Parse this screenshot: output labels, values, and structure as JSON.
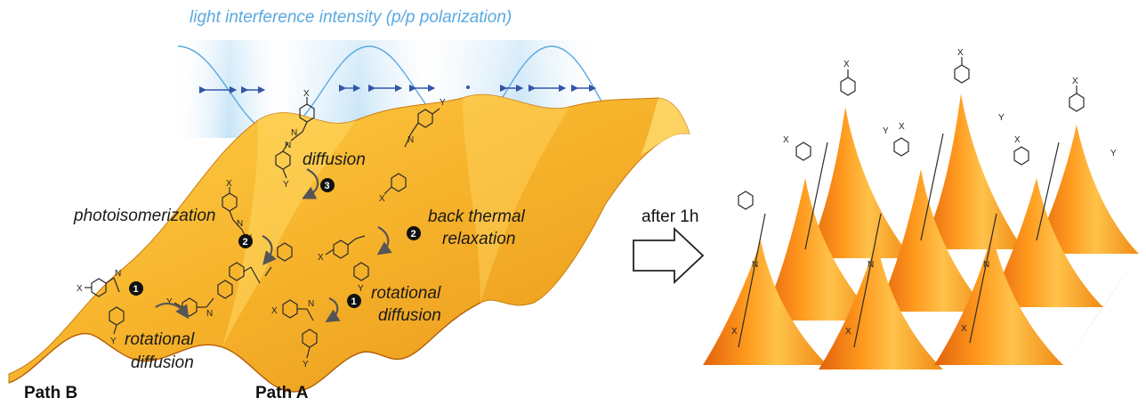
{
  "title": "light interference intensity (p/p polarization)",
  "labels": {
    "photoisomerization": "photoisomerization",
    "diffusion": "diffusion",
    "back_thermal_1": "back thermal",
    "back_thermal_2": "relaxation",
    "rotational_right_1": "rotational",
    "rotational_right_2": "diffusion",
    "rotational_left_1": "rotational",
    "rotational_left_2": "diffusion",
    "path_b": "Path B",
    "path_a": "Path A",
    "after": "after 1h"
  },
  "step_markers": [
    {
      "id": "step-3",
      "num": "3"
    },
    {
      "id": "step-2-left",
      "num": "2"
    },
    {
      "id": "step-2-right",
      "num": "2"
    },
    {
      "id": "step-1-left",
      "num": "1"
    },
    {
      "id": "step-1-right",
      "num": "1"
    }
  ],
  "atoms": {
    "x": "X",
    "y": "Y",
    "n": "N"
  },
  "colors": {
    "surface_orange": "#f5a623",
    "surface_highlight": "#ffd25a",
    "surface_shadow": "#d9770f",
    "light_blue": "#5aa9df",
    "arrow_blue": "#3456a8",
    "text": "#1a1a1a"
  }
}
